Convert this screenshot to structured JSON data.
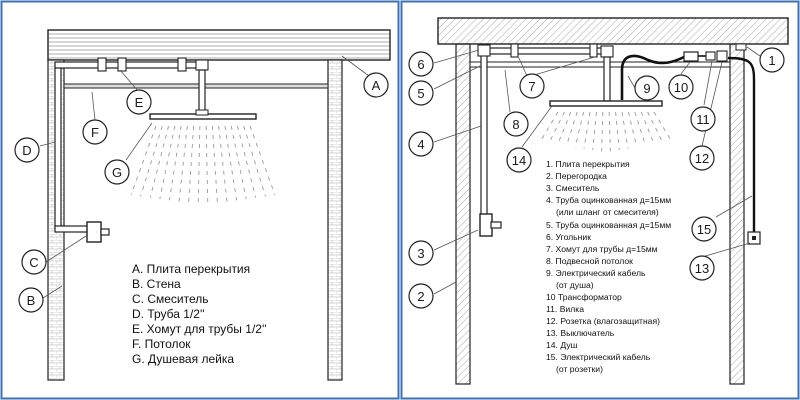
{
  "colors": {
    "frame": "#3d6fb5",
    "line": "#222222",
    "hatch": "#9a9a9a",
    "pipe": "#ffffff"
  },
  "left_panel": {
    "callouts": [
      "A",
      "B",
      "C",
      "D",
      "E",
      "F",
      "G"
    ],
    "legend": [
      "A. Плита перекрытия",
      "B. Стена",
      "C. Смеситель",
      "D. Труба 1/2''",
      "E. Хомут для трубы 1/2''",
      "F. Потолок",
      "G. Душевая лейка"
    ]
  },
  "right_panel": {
    "callouts": [
      "1",
      "2",
      "3",
      "4",
      "5",
      "6",
      "7",
      "8",
      "9",
      "10",
      "11",
      "12",
      "13",
      "14",
      "15"
    ],
    "legend": [
      "1. Плита перекрытия",
      "2. Перегородка",
      "3. Смеситель",
      "4. Труба оцинкованная д=15мм",
      "(или шланг от смесителя)",
      "5. Труба оцинкованная д=15мм",
      "6. Угольник",
      "7. Хомут для трубы д=15мм",
      "8. Подвесной потолок",
      "9. Электрический кабель",
      "(от душа)",
      "10 Трансформатор",
      "11. Вилка",
      "12. Розетка (влагозащитная)",
      "13. Выключатель",
      "14. Душ",
      "15. Электрический кабель",
      "(от розетки)"
    ]
  }
}
